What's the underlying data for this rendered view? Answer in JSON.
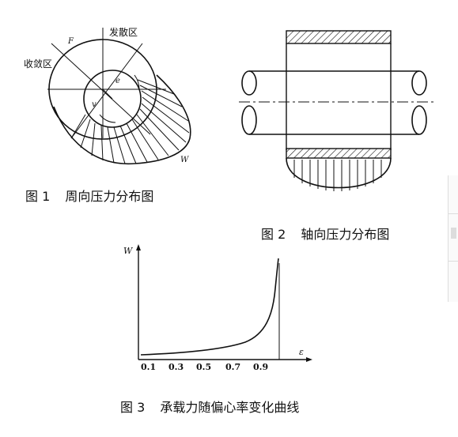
{
  "figure1": {
    "label_divergent": "发散区",
    "label_convergent": "收敛区",
    "label_F": "F",
    "label_e": "e",
    "label_v": "v",
    "label_W": "W",
    "caption_num": "图 1",
    "caption_text": "周向压力分布图"
  },
  "figure2": {
    "caption_num": "图 2",
    "caption_text": "轴向压力分布图"
  },
  "figure3": {
    "y_axis_label": "W",
    "x_axis_label": "ε",
    "x_ticks": [
      "0.1",
      "0.3",
      "0.5",
      "0.7",
      "0.9"
    ],
    "caption_num": "图 3",
    "caption_text": "承载力随偏心率变化曲线"
  }
}
